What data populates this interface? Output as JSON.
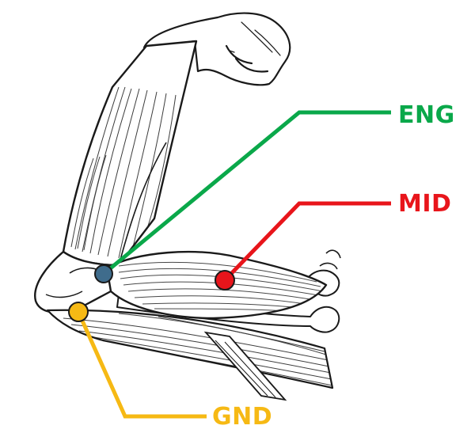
{
  "colors": {
    "eng": "#0aa84a",
    "mid": "#e8151b",
    "gnd": "#f6b914",
    "eng_dot": "#3f6c8c",
    "outline": "#1a1a1a"
  },
  "electrodes": {
    "eng": {
      "label": "ENG"
    },
    "mid": {
      "label": "MID"
    },
    "gnd": {
      "label": "GND"
    }
  }
}
